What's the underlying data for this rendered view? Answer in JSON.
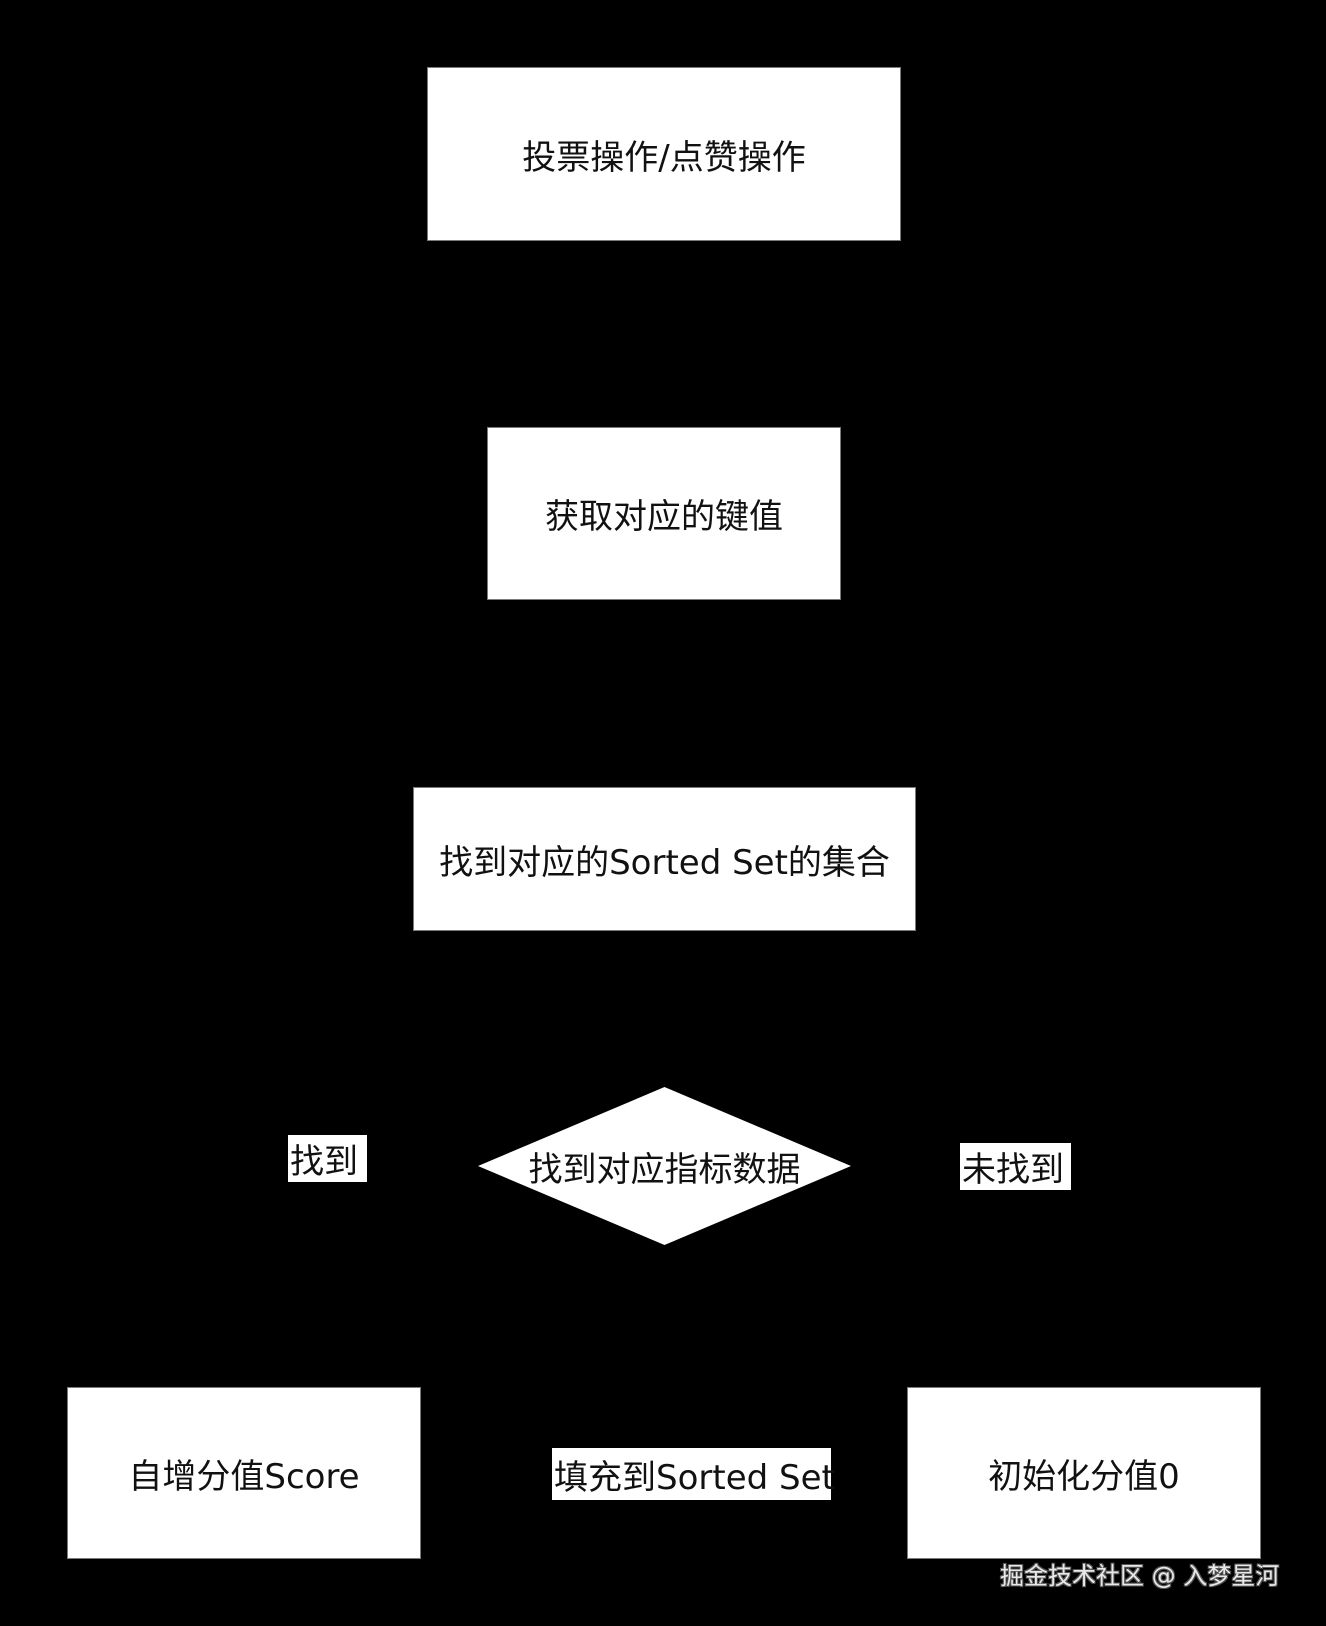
{
  "diagram": {
    "type": "flowchart",
    "background": "#000000",
    "node_fill": "#ffffff",
    "nodes": [
      {
        "id": "vote",
        "shape": "rect",
        "label": "投票操作/点赞操作"
      },
      {
        "id": "getkey",
        "shape": "rect",
        "label": "获取对应的键值"
      },
      {
        "id": "findset",
        "shape": "rect",
        "label": "找到对应的Sorted Set的集合"
      },
      {
        "id": "decision",
        "shape": "diamond",
        "label": "找到对应指标数据"
      },
      {
        "id": "incr",
        "shape": "rect",
        "label": "自增分值Score"
      },
      {
        "id": "init",
        "shape": "rect",
        "label": "初始化分值0"
      }
    ],
    "edges": [
      {
        "from": "vote",
        "to": "getkey",
        "label": ""
      },
      {
        "from": "getkey",
        "to": "findset",
        "label": ""
      },
      {
        "from": "findset",
        "to": "decision",
        "label": ""
      },
      {
        "from": "decision",
        "to": "incr",
        "label": "找到"
      },
      {
        "from": "decision",
        "to": "init",
        "label": "未找到"
      },
      {
        "from": "init",
        "to": "incr",
        "label": "填充到Sorted Set"
      }
    ],
    "edge_labels": {
      "found": "找到",
      "not_found": "未找到",
      "fill": "填充到Sorted Set"
    }
  },
  "watermark": "掘金技术社区 @ 入梦星河"
}
